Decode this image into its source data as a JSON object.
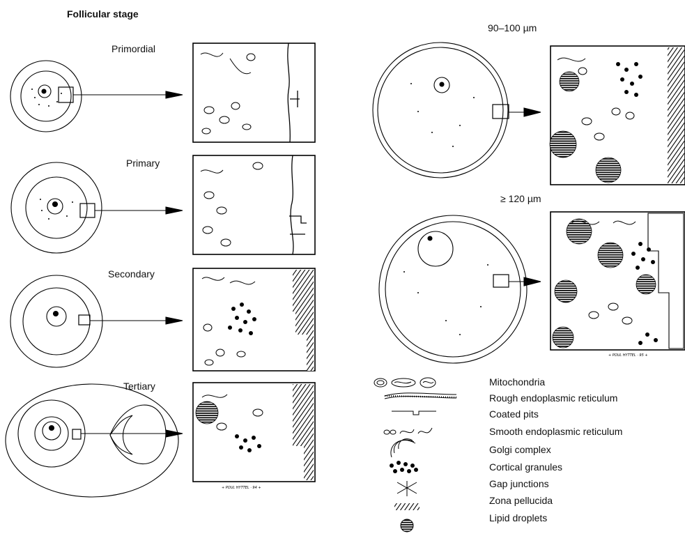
{
  "figure": {
    "title": "Follicular stage",
    "stages": [
      {
        "name": "Primordial"
      },
      {
        "name": "Primary"
      },
      {
        "name": "Secondary"
      },
      {
        "name": "Tertiary"
      }
    ],
    "sizes": [
      {
        "label": "90–100 µm"
      },
      {
        "label": "≥ 120 µm"
      }
    ],
    "signatures": [
      "+ POUL HYTTEL · 94 +",
      "+ POUL HYTTEL · 95 +"
    ]
  },
  "legend": {
    "items": [
      {
        "label": "Mitochondria",
        "icon": "mitochondria-icon"
      },
      {
        "label": "Rough endoplasmic reticulum",
        "icon": "rough-er-icon"
      },
      {
        "label": "Coated pits",
        "icon": "coated-pits-icon"
      },
      {
        "label": "Smooth endoplasmic reticulum",
        "icon": "smooth-er-icon"
      },
      {
        "label": "Golgi complex",
        "icon": "golgi-icon"
      },
      {
        "label": "Cortical granules",
        "icon": "cortical-granules-icon"
      },
      {
        "label": "Gap junctions",
        "icon": "gap-junctions-icon"
      },
      {
        "label": "Zona pellucida",
        "icon": "zona-pellucida-icon"
      },
      {
        "label": "Lipid droplets",
        "icon": "lipid-droplets-icon"
      }
    ]
  }
}
